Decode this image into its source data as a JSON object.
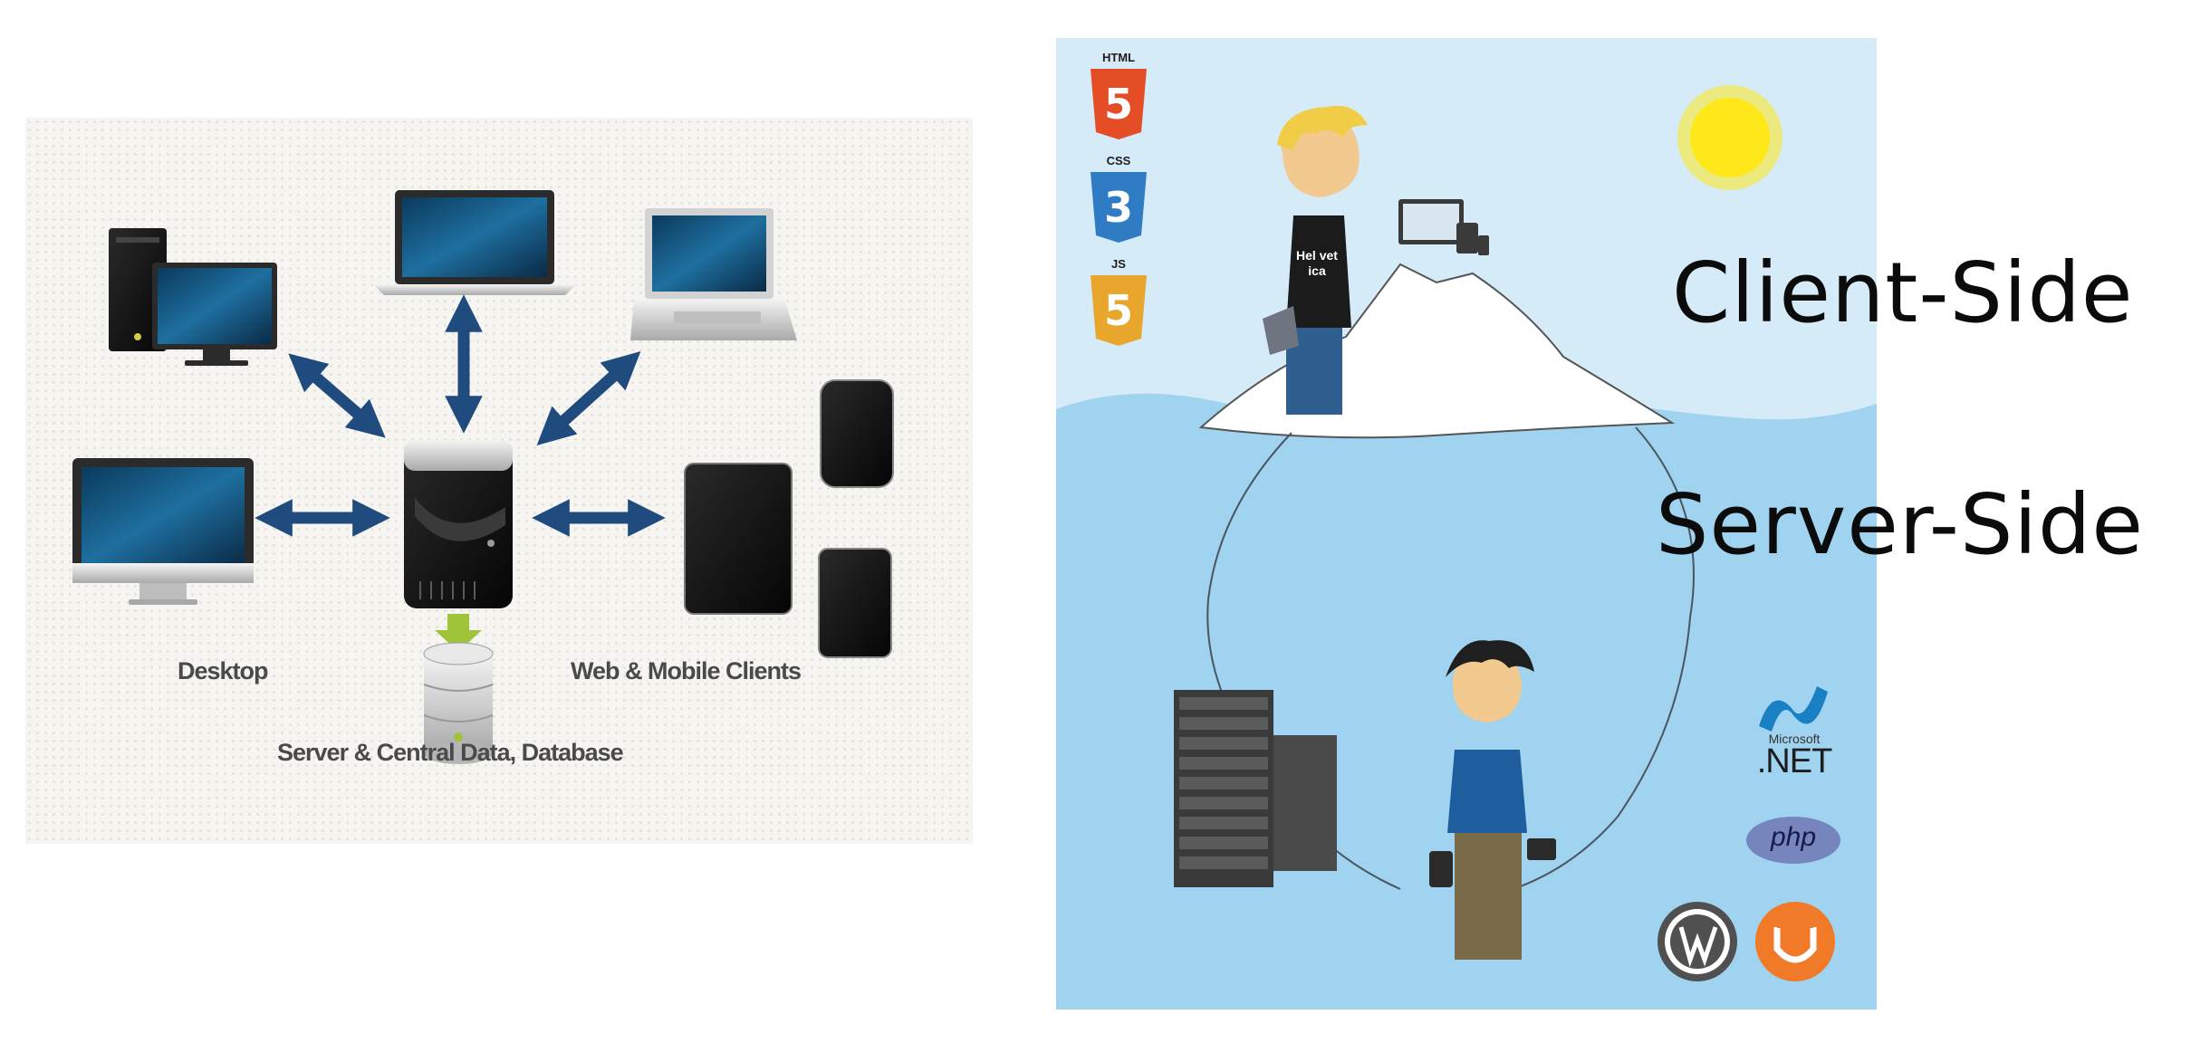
{
  "left_diagram": {
    "labels": {
      "desktop": "Desktop",
      "web_mobile": "Web & Mobile Clients",
      "server": "Server & Central Data, Database"
    }
  },
  "right_diagram": {
    "client_side": "Client-Side",
    "server_side": "Server-Side",
    "logos": {
      "html": "HTML",
      "html_digit": "5",
      "css": "CSS",
      "css_digit": "3",
      "js": "JS",
      "js_digit": "5",
      "microsoft": "Microsoft",
      "dotnet": ".NET",
      "php": "php"
    },
    "shirt_text": "Hel vet ica"
  },
  "colors": {
    "arrow": "#1f4b7f",
    "water": "#9fd3ef",
    "sky": "#d6ebf8",
    "sun": "#ffe81a",
    "html5": "#e44d26",
    "css3": "#2f7cc4",
    "js": "#e8a62c",
    "dotnet": "#1a80c4",
    "php": "#6f77b5",
    "ubuntu_like": "#f07a28",
    "wordpress": "#505050"
  }
}
